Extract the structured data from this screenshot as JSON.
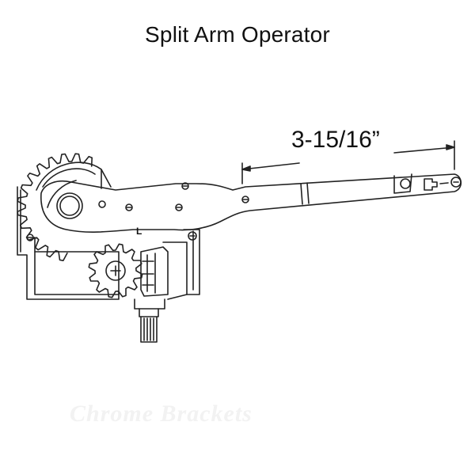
{
  "title": "Split Arm Operator",
  "dimension_label": "3-15/16”",
  "side_marker": "L",
  "watermark": "Chrome Brackets",
  "colors": {
    "line": "#222222",
    "text": "#111111",
    "background": "#ffffff",
    "watermark": "#f2f2f2"
  }
}
